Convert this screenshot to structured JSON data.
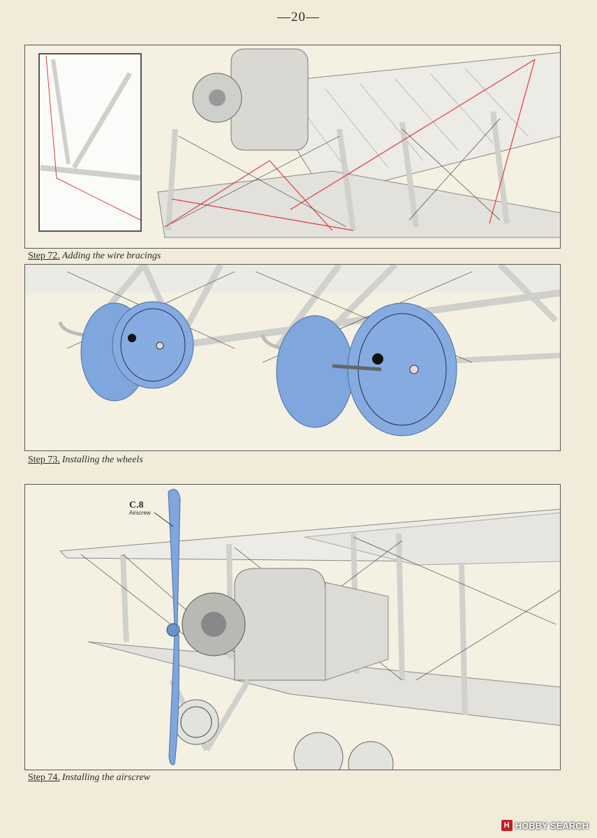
{
  "page": {
    "number": "—20—"
  },
  "steps": [
    {
      "id": "72",
      "label": "Step 72.",
      "description": "Adding the wire bracings"
    },
    {
      "id": "73",
      "label": "Step 73.",
      "description": "Installing the wheels"
    },
    {
      "id": "74",
      "label": "Step 74.",
      "description": "Installing the airscrew"
    }
  ],
  "parts": [
    {
      "code": "C.8",
      "name": "Airscrew"
    }
  ],
  "colors": {
    "paper": "#f1ecd9",
    "panel": "#f4f1e3",
    "airframe": "#e6e6e2",
    "highlight_blue": "#7fa6dd",
    "bracing_red": "#e03b3b"
  },
  "watermark": {
    "text": "HOBBY SEARCH"
  }
}
